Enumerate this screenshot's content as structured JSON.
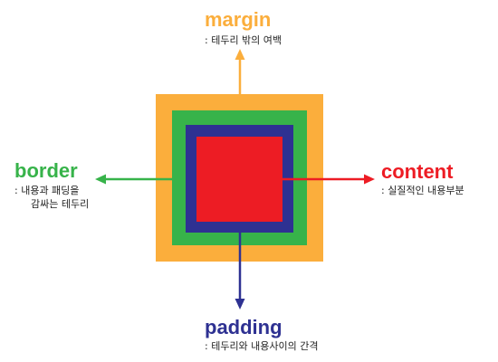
{
  "colors": {
    "margin": "#FBAE3C",
    "border": "#37B34A",
    "padding": "#2E3192",
    "content": "#ED1C24"
  },
  "margin": {
    "label": "margin",
    "desc": ": 테두리 밖의 여백"
  },
  "border": {
    "label": "border",
    "desc_line1": ": 내용과 패딩을",
    "desc_line2": "감싸는 테두리"
  },
  "content": {
    "label": "content",
    "desc": ": 실질적인 내용부분"
  },
  "padding": {
    "label": "padding",
    "desc": ": 테두리와 내용사이의 간격"
  }
}
